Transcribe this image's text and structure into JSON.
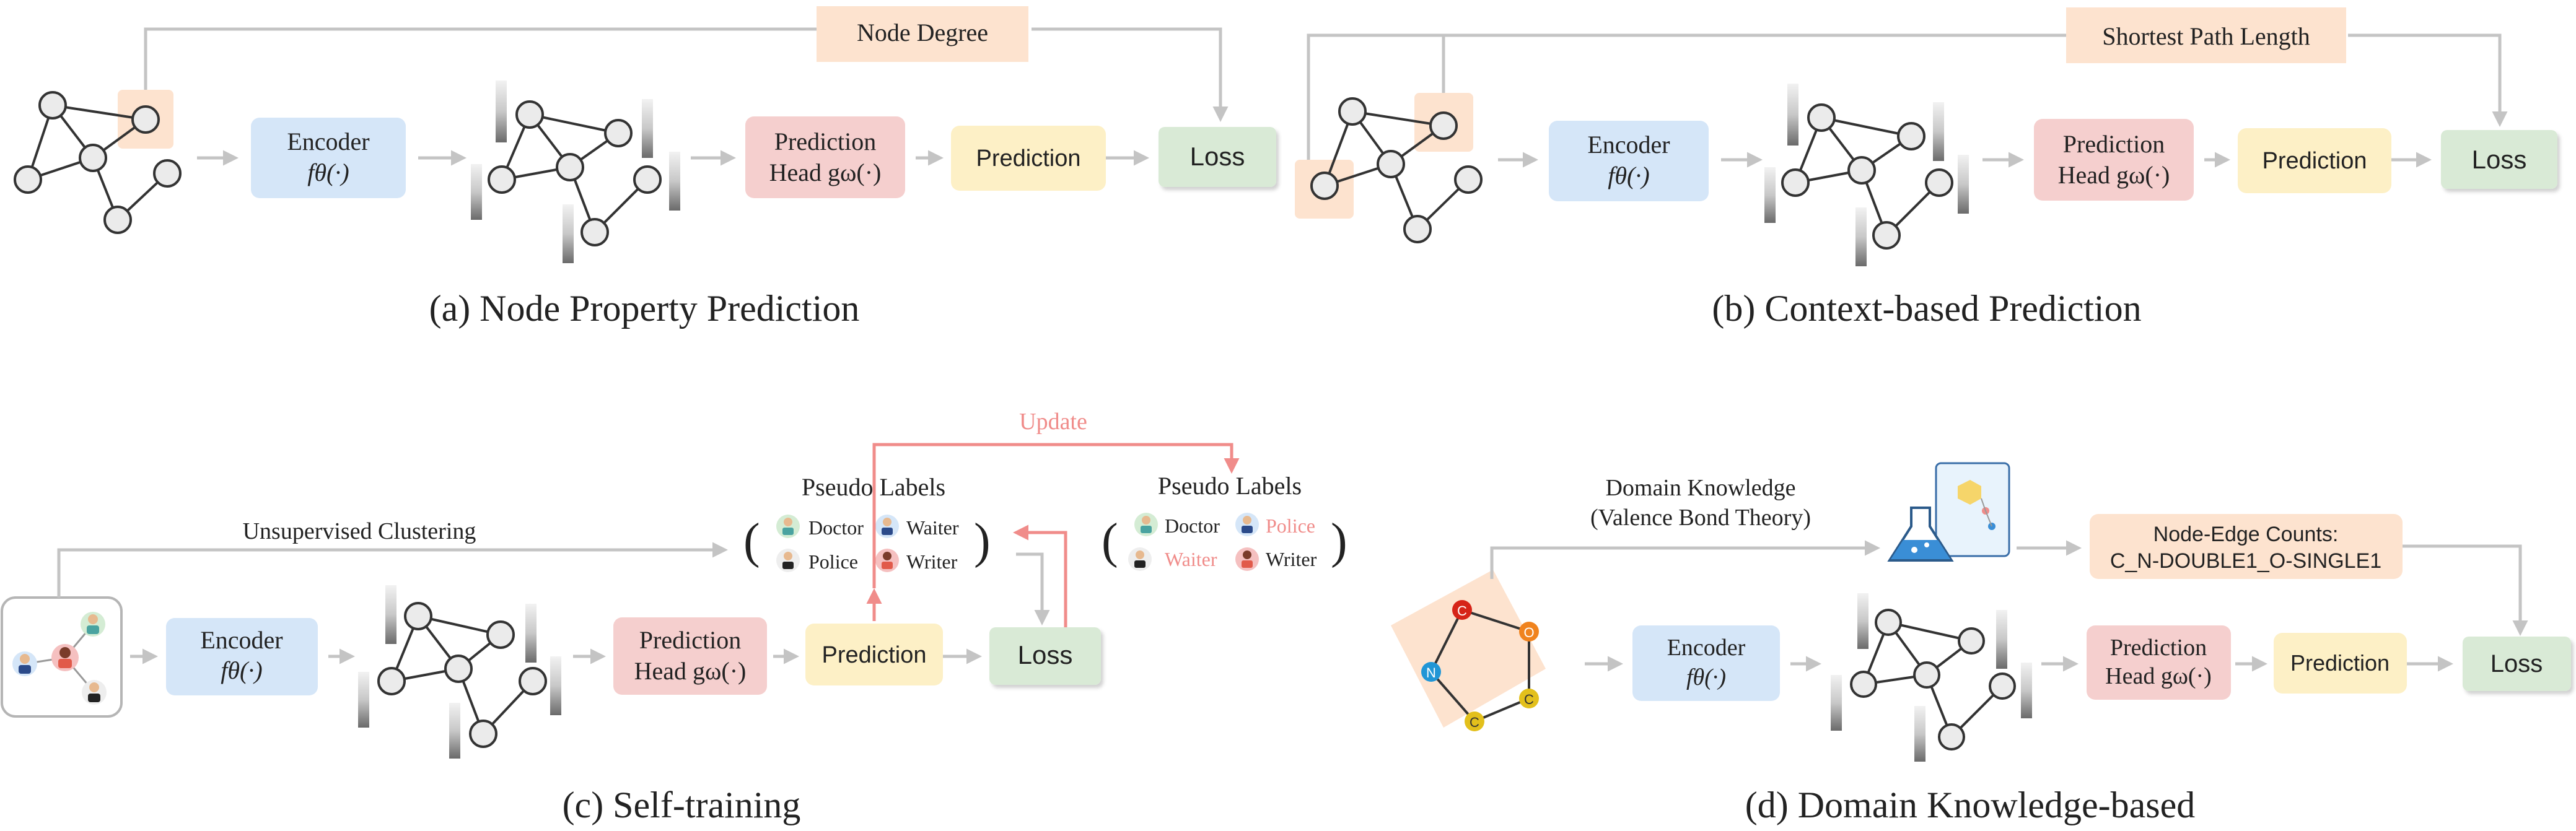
{
  "colors": {
    "encoder": "#d5e6f8",
    "pred_head": "#f5cfce",
    "prediction": "#fdf0c6",
    "loss": "#d9ead6",
    "highlight": "#fde3cf",
    "arrow": "#c4c4c4",
    "update": "#f08c8a",
    "node_fill": "#ebebeb"
  },
  "panel_a": {
    "caption": "(a)  Node Property Prediction",
    "top_label": "Node Degree",
    "encoder_label": "Encoder",
    "encoder_fn": "fθ(·)",
    "head_line1": "Prediction",
    "head_line2": "Head gω(·)",
    "prediction": "Prediction",
    "loss": "Loss"
  },
  "panel_b": {
    "caption": "(b)  Context-based Prediction",
    "top_label": "Shortest Path Length",
    "encoder_label": "Encoder",
    "encoder_fn": "fθ(·)",
    "head_line1": "Prediction",
    "head_line2": "Head gω(·)",
    "prediction": "Prediction",
    "loss": "Loss"
  },
  "panel_c": {
    "caption": "(c)  Self-training",
    "cluster_label": "Unsupervised Clustering",
    "update_label": "Update",
    "pseudo_title_1": "Pseudo Labels",
    "pseudo_title_2": "Pseudo Labels",
    "labels_1": [
      "Doctor",
      "Waiter",
      "Police",
      "Writer"
    ],
    "labels_2": [
      "Doctor",
      "Police",
      "Waiter",
      "Writer"
    ],
    "encoder_label": "Encoder",
    "encoder_fn": "fθ(·)",
    "head_line1": "Prediction",
    "head_line2": "Head gω(·)",
    "prediction": "Prediction",
    "loss": "Loss"
  },
  "panel_d": {
    "caption": "(d)  Domain Knowledge-based",
    "knowledge_line1": "Domain Knowledge",
    "knowledge_line2": "(Valence Bond Theory)",
    "counts_line1": "Node-Edge Counts:",
    "counts_line2": "C_N-DOUBLE1_O-SINGLE1",
    "atoms": [
      "C",
      "O",
      "N",
      "C",
      "C"
    ],
    "encoder_label": "Encoder",
    "encoder_fn": "fθ(·)",
    "head_line1": "Prediction",
    "head_line2": "Head gω(·)",
    "prediction": "Prediction",
    "loss": "Loss"
  }
}
